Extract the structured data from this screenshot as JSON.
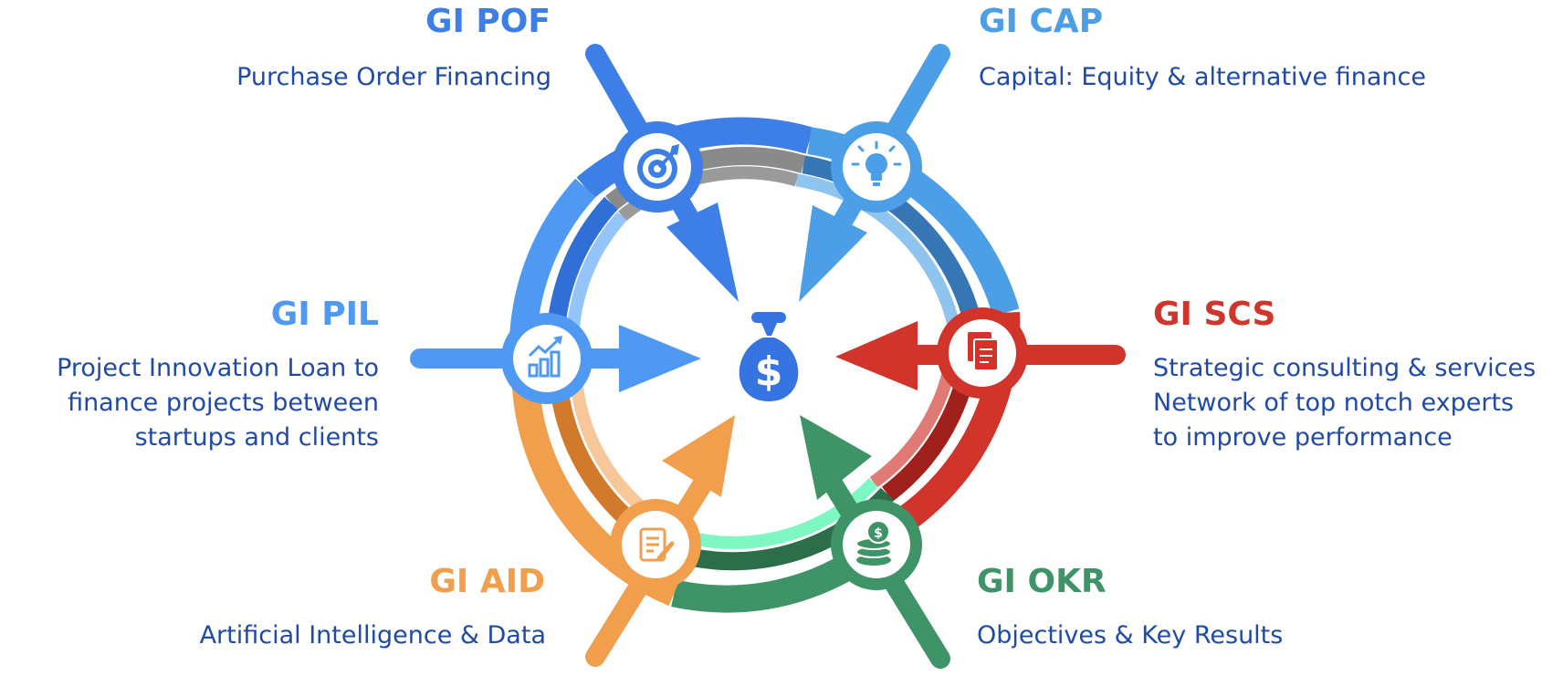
{
  "colors": {
    "pof": "#3d7fe6",
    "cap": "#4c9ee6",
    "pil": "#4f99f3",
    "scs": "#d0342b",
    "aid": "#f29f4d",
    "okr": "#3f9467",
    "desc_text": "#1f4aa8"
  },
  "center": {
    "icon": "money-bag-icon",
    "symbol": "$"
  },
  "segments": [
    {
      "id": "pof",
      "title": "GI POF",
      "icon": "target-icon",
      "description": [
        "Purchase Order Financing"
      ]
    },
    {
      "id": "cap",
      "title": "GI CAP",
      "icon": "lightbulb-icon",
      "description": [
        "Capital: Equity & alternative finance"
      ]
    },
    {
      "id": "pil",
      "title": "GI PIL",
      "icon": "growth-chart-icon",
      "description": [
        "Project Innovation Loan to",
        "finance projects between",
        "startups and clients"
      ]
    },
    {
      "id": "scs",
      "title": "GI SCS",
      "icon": "documents-icon",
      "description": [
        "Strategic consulting & services",
        "Network of top notch experts",
        "to improve performance"
      ]
    },
    {
      "id": "aid",
      "title": "GI AID",
      "icon": "notepad-pen-icon",
      "description": [
        "Artificial Intelligence & Data"
      ]
    },
    {
      "id": "okr",
      "title": "GI OKR",
      "icon": "coin-stack-icon",
      "description": [
        "Objectives & Key Results"
      ]
    }
  ]
}
